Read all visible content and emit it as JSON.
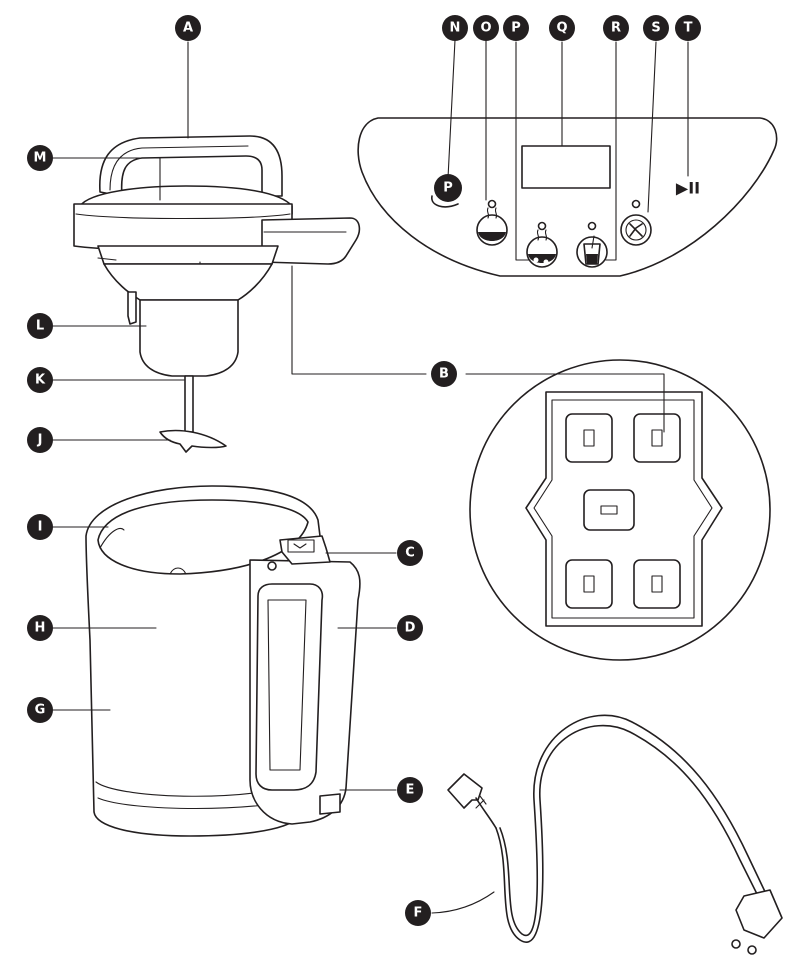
{
  "labels": {
    "A": "A",
    "B": "B",
    "C": "C",
    "D": "D",
    "E": "E",
    "F": "F",
    "G": "G",
    "H": "H",
    "I": "I",
    "J": "J",
    "K": "K",
    "L": "L",
    "M": "M",
    "N": "N",
    "O": "O",
    "P": "P",
    "Q": "Q",
    "R": "R",
    "S": "S",
    "T": "T"
  },
  "panel": {
    "program_symbol": "P",
    "play_pause_symbol": "▶II"
  },
  "colors": {
    "ink": "#231f20",
    "paper": "#ffffff"
  }
}
